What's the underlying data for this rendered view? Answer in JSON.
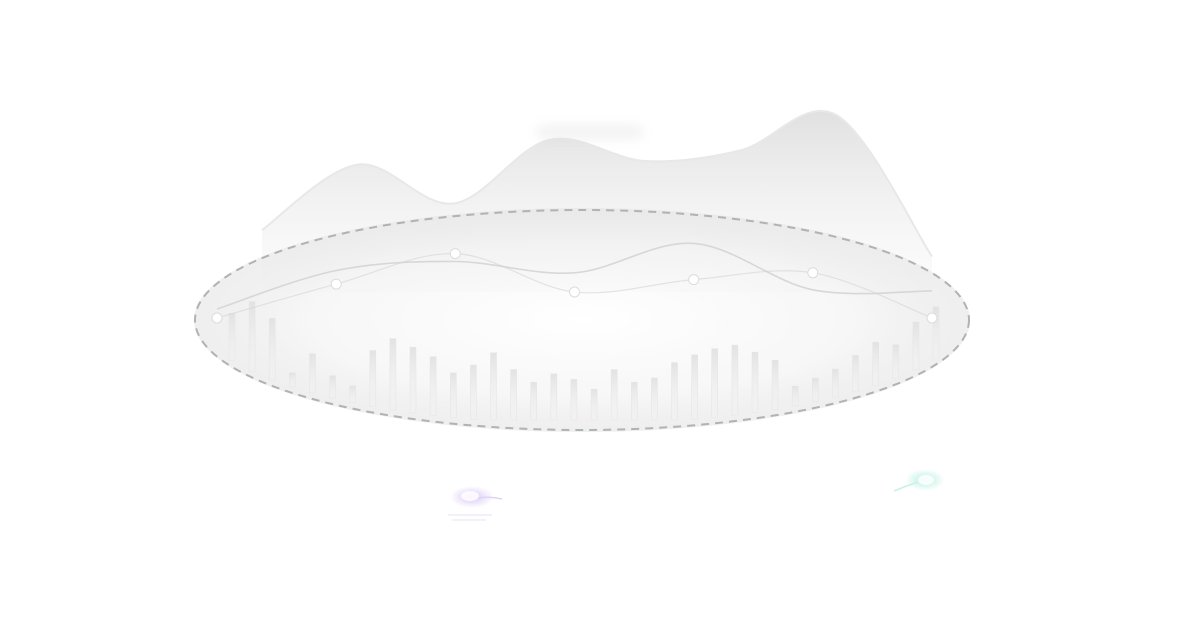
{
  "chart_data": {
    "type": "area",
    "title": "",
    "xlabel": "",
    "ylabel": "",
    "grid": false,
    "legend": "none",
    "area_series": [
      {
        "values": [
          0.35,
          0.72,
          0.5,
          0.86,
          0.74,
          0.8,
          1.0,
          0.2
        ]
      }
    ],
    "line_series": [
      {
        "values": [
          0.08,
          0.42,
          0.5,
          0.4,
          0.66,
          0.25,
          0.24
        ]
      },
      {
        "values": [
          0.0,
          0.3,
          0.57,
          0.23,
          0.34,
          0.4,
          0.0
        ]
      }
    ],
    "bar_series": [
      {
        "values": [
          0.34,
          0.5,
          0.44,
          0.1,
          0.28,
          0.16,
          0.12,
          0.4,
          0.51,
          0.47,
          0.42,
          0.32,
          0.39,
          0.48,
          0.36,
          0.27,
          0.33,
          0.29,
          0.22,
          0.36,
          0.27,
          0.3,
          0.41,
          0.46,
          0.49,
          0.5,
          0.43,
          0.35,
          0.14,
          0.17,
          0.2,
          0.26,
          0.31,
          0.24,
          0.34,
          0.37
        ]
      }
    ],
    "colors": {
      "area_fill": "#dedede",
      "area_stroke": "#e8e8e8",
      "line": "#d4d4d4",
      "bar": "#e6e6e6",
      "marker": "#ffffff",
      "frame": "#aeb4b0",
      "purple_accent": "#c9b3f0",
      "teal_accent": "#a6eedc"
    }
  }
}
